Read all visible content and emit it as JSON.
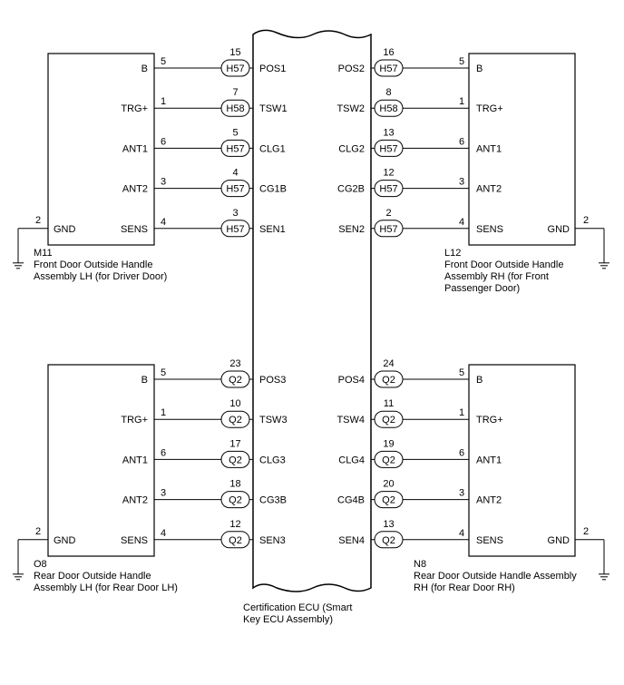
{
  "ecu": {
    "caption_line1": "Certification ECU (Smart",
    "caption_line2": "Key ECU Assembly)"
  },
  "blocks": [
    {
      "id": "M11",
      "side": "left",
      "row": 0,
      "code": "M11",
      "desc": [
        "Front Door Outside Handle",
        "Assembly LH (for Driver Door)"
      ],
      "gnd": {
        "label": "GND",
        "pin": "2"
      },
      "pins": [
        {
          "label": "B",
          "pin": "5",
          "connector": "H57",
          "ecu_pin": "15",
          "signal": "POS1"
        },
        {
          "label": "TRG+",
          "pin": "1",
          "connector": "H58",
          "ecu_pin": "7",
          "signal": "TSW1"
        },
        {
          "label": "ANT1",
          "pin": "6",
          "connector": "H57",
          "ecu_pin": "5",
          "signal": "CLG1"
        },
        {
          "label": "ANT2",
          "pin": "3",
          "connector": "H57",
          "ecu_pin": "4",
          "signal": "CG1B"
        },
        {
          "label": "SENS",
          "pin": "4",
          "connector": "H57",
          "ecu_pin": "3",
          "signal": "SEN1"
        }
      ]
    },
    {
      "id": "L12",
      "side": "right",
      "row": 0,
      "code": "L12",
      "desc": [
        "Front Door Outside Handle",
        "Assembly RH (for Front",
        "Passenger Door)"
      ],
      "gnd": {
        "label": "GND",
        "pin": "2"
      },
      "pins": [
        {
          "label": "B",
          "pin": "5",
          "connector": "H57",
          "ecu_pin": "16",
          "signal": "POS2"
        },
        {
          "label": "TRG+",
          "pin": "1",
          "connector": "H58",
          "ecu_pin": "8",
          "signal": "TSW2"
        },
        {
          "label": "ANT1",
          "pin": "6",
          "connector": "H57",
          "ecu_pin": "13",
          "signal": "CLG2"
        },
        {
          "label": "ANT2",
          "pin": "3",
          "connector": "H57",
          "ecu_pin": "12",
          "signal": "CG2B"
        },
        {
          "label": "SENS",
          "pin": "4",
          "connector": "H57",
          "ecu_pin": "2",
          "signal": "SEN2"
        }
      ]
    },
    {
      "id": "O8",
      "side": "left",
      "row": 1,
      "code": "O8",
      "desc": [
        "Rear Door Outside Handle",
        "Assembly LH (for Rear Door LH)"
      ],
      "gnd": {
        "label": "GND",
        "pin": "2"
      },
      "pins": [
        {
          "label": "B",
          "pin": "5",
          "connector": "Q2",
          "ecu_pin": "23",
          "signal": "POS3"
        },
        {
          "label": "TRG+",
          "pin": "1",
          "connector": "Q2",
          "ecu_pin": "10",
          "signal": "TSW3"
        },
        {
          "label": "ANT1",
          "pin": "6",
          "connector": "Q2",
          "ecu_pin": "17",
          "signal": "CLG3"
        },
        {
          "label": "ANT2",
          "pin": "3",
          "connector": "Q2",
          "ecu_pin": "18",
          "signal": "CG3B"
        },
        {
          "label": "SENS",
          "pin": "4",
          "connector": "Q2",
          "ecu_pin": "12",
          "signal": "SEN3"
        }
      ]
    },
    {
      "id": "N8",
      "side": "right",
      "row": 1,
      "code": "N8",
      "desc": [
        "Rear Door Outside Handle Assembly",
        "RH (for Rear Door RH)"
      ],
      "gnd": {
        "label": "GND",
        "pin": "2"
      },
      "pins": [
        {
          "label": "B",
          "pin": "5",
          "connector": "Q2",
          "ecu_pin": "24",
          "signal": "POS4"
        },
        {
          "label": "TRG+",
          "pin": "1",
          "connector": "Q2",
          "ecu_pin": "11",
          "signal": "TSW4"
        },
        {
          "label": "ANT1",
          "pin": "6",
          "connector": "Q2",
          "ecu_pin": "19",
          "signal": "CLG4"
        },
        {
          "label": "ANT2",
          "pin": "3",
          "connector": "Q2",
          "ecu_pin": "20",
          "signal": "CG4B"
        },
        {
          "label": "SENS",
          "pin": "4",
          "connector": "Q2",
          "ecu_pin": "13",
          "signal": "SEN4"
        }
      ]
    }
  ]
}
